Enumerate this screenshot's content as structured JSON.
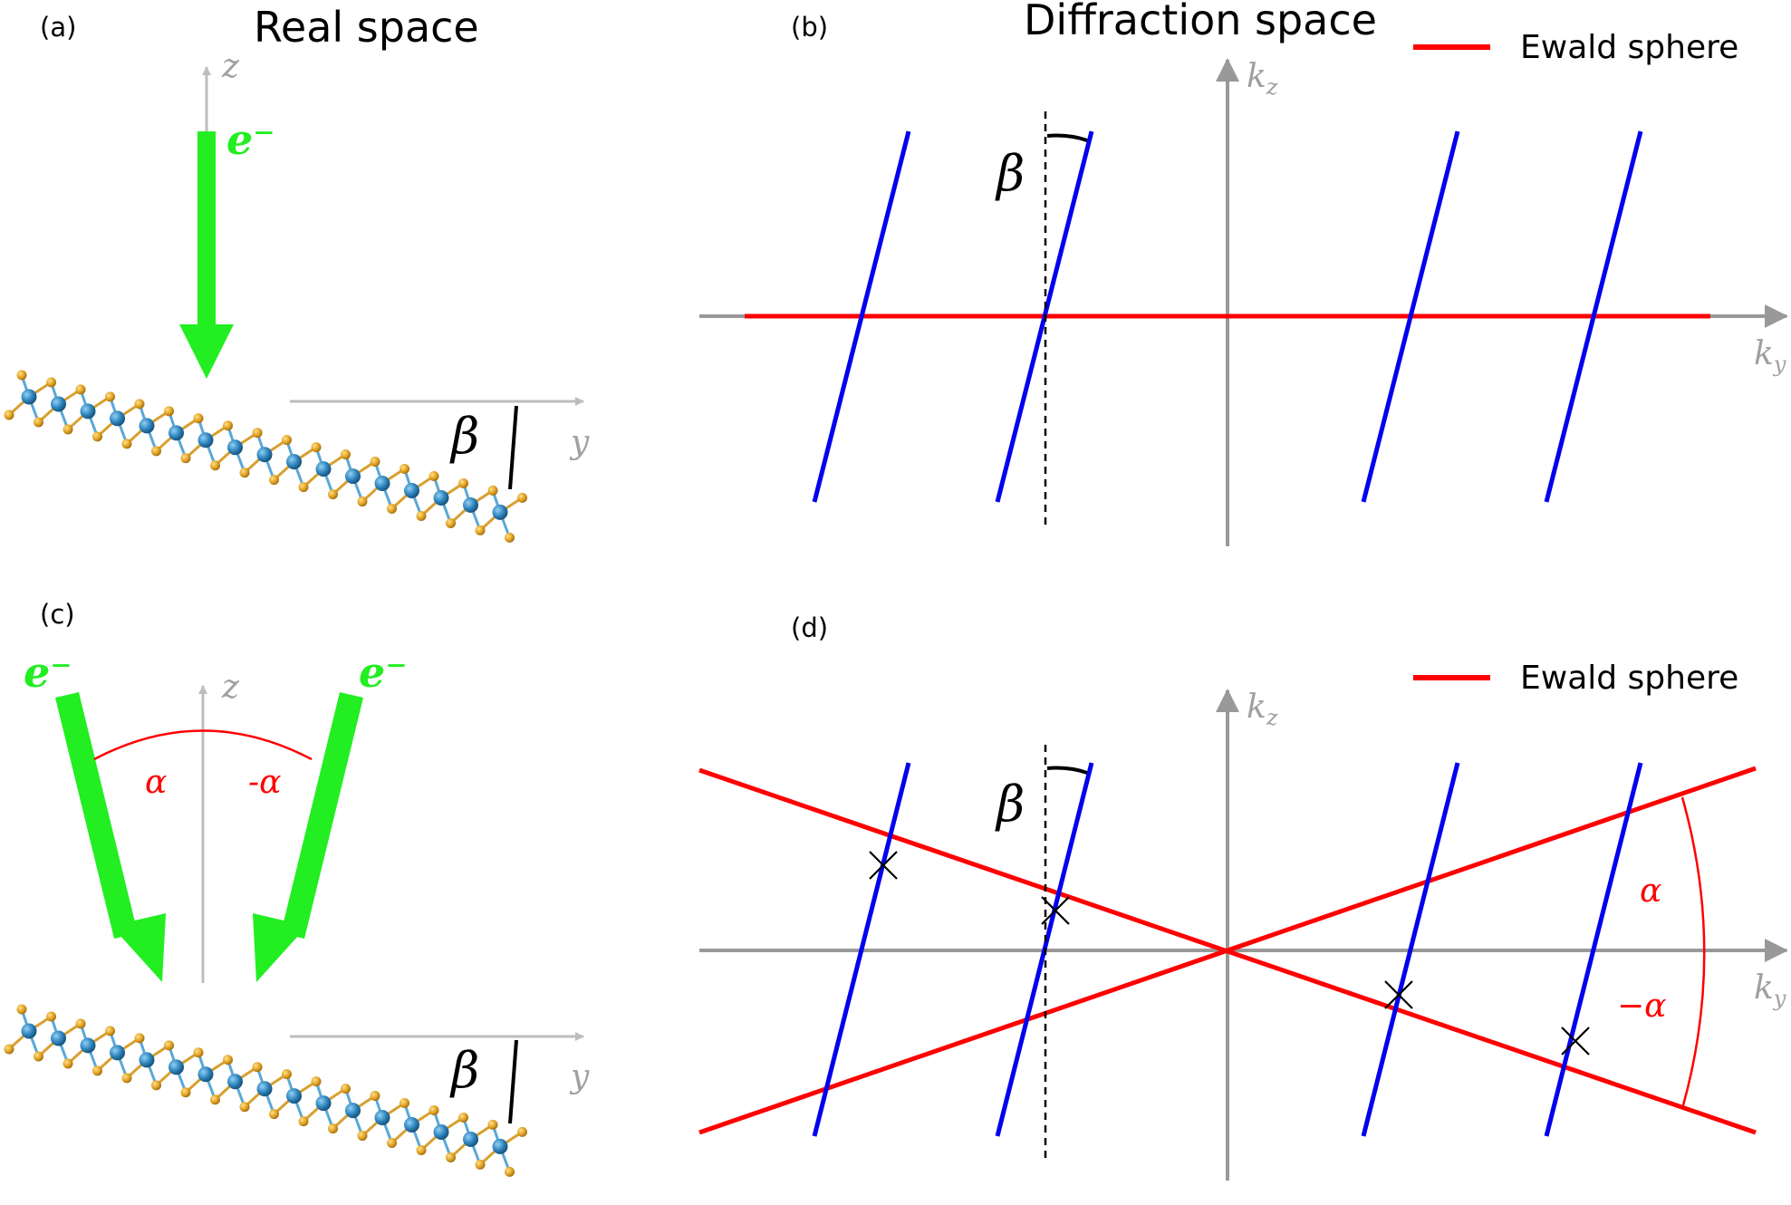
{
  "panels": {
    "a": {
      "label": "(a)",
      "title": "Real space",
      "beam_label": "e⁻",
      "z_axis": "z",
      "y_axis": "y",
      "tilt_symbol": "β"
    },
    "b": {
      "label": "(b)",
      "title": "Diffraction space",
      "legend": "Ewald sphere",
      "kz_axis": "k",
      "kz_sub": "z",
      "ky_axis": "k",
      "ky_sub": "y",
      "tilt_symbol": "β"
    },
    "c": {
      "label": "(c)",
      "beam_left_label": "e⁻",
      "beam_right_label": "e⁻",
      "z_axis": "z",
      "y_axis": "y",
      "alpha_label": "α",
      "neg_alpha_label": "-α",
      "tilt_symbol": "β"
    },
    "d": {
      "label": "(d)",
      "legend": "Ewald sphere",
      "kz_axis": "k",
      "kz_sub": "z",
      "ky_axis": "k",
      "ky_sub": "y",
      "tilt_symbol": "β",
      "alpha_label": "α",
      "neg_alpha_label": "−α"
    }
  },
  "colors": {
    "beam": "#22ee22",
    "ewald": "#ff0000",
    "rod": "#0000ee",
    "axis": "#999999",
    "metal_atom": "#2a7fb8",
    "chalcogen_atom": "#e0a020"
  }
}
